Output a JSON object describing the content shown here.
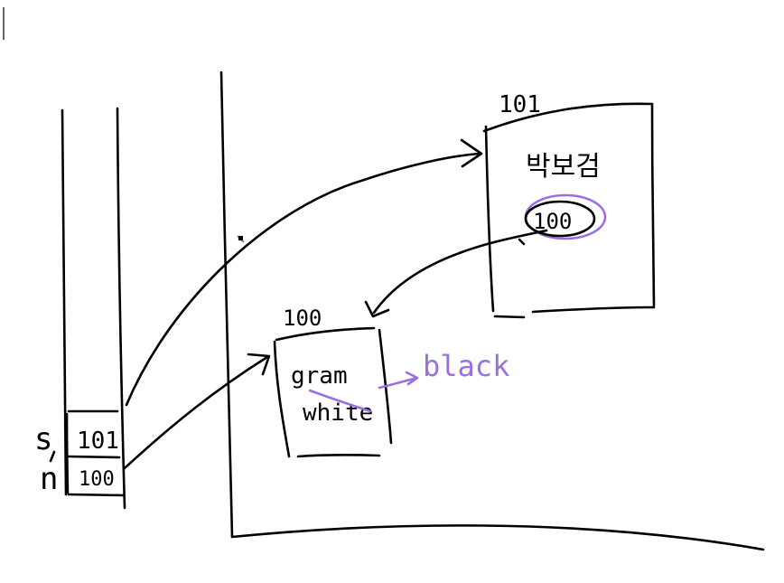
{
  "stack": {
    "rows": [
      {
        "var": "s",
        "value": "101"
      },
      {
        "var": "n",
        "value": "100"
      }
    ]
  },
  "heap": {
    "object_101": {
      "address": "101",
      "content": "박보검",
      "field_value": "100"
    },
    "object_100": {
      "address": "100",
      "line1": "gram",
      "line2": "white",
      "new_value": "black"
    }
  },
  "colors": {
    "ink": "#000000",
    "highlight": "#9b6fe0"
  }
}
